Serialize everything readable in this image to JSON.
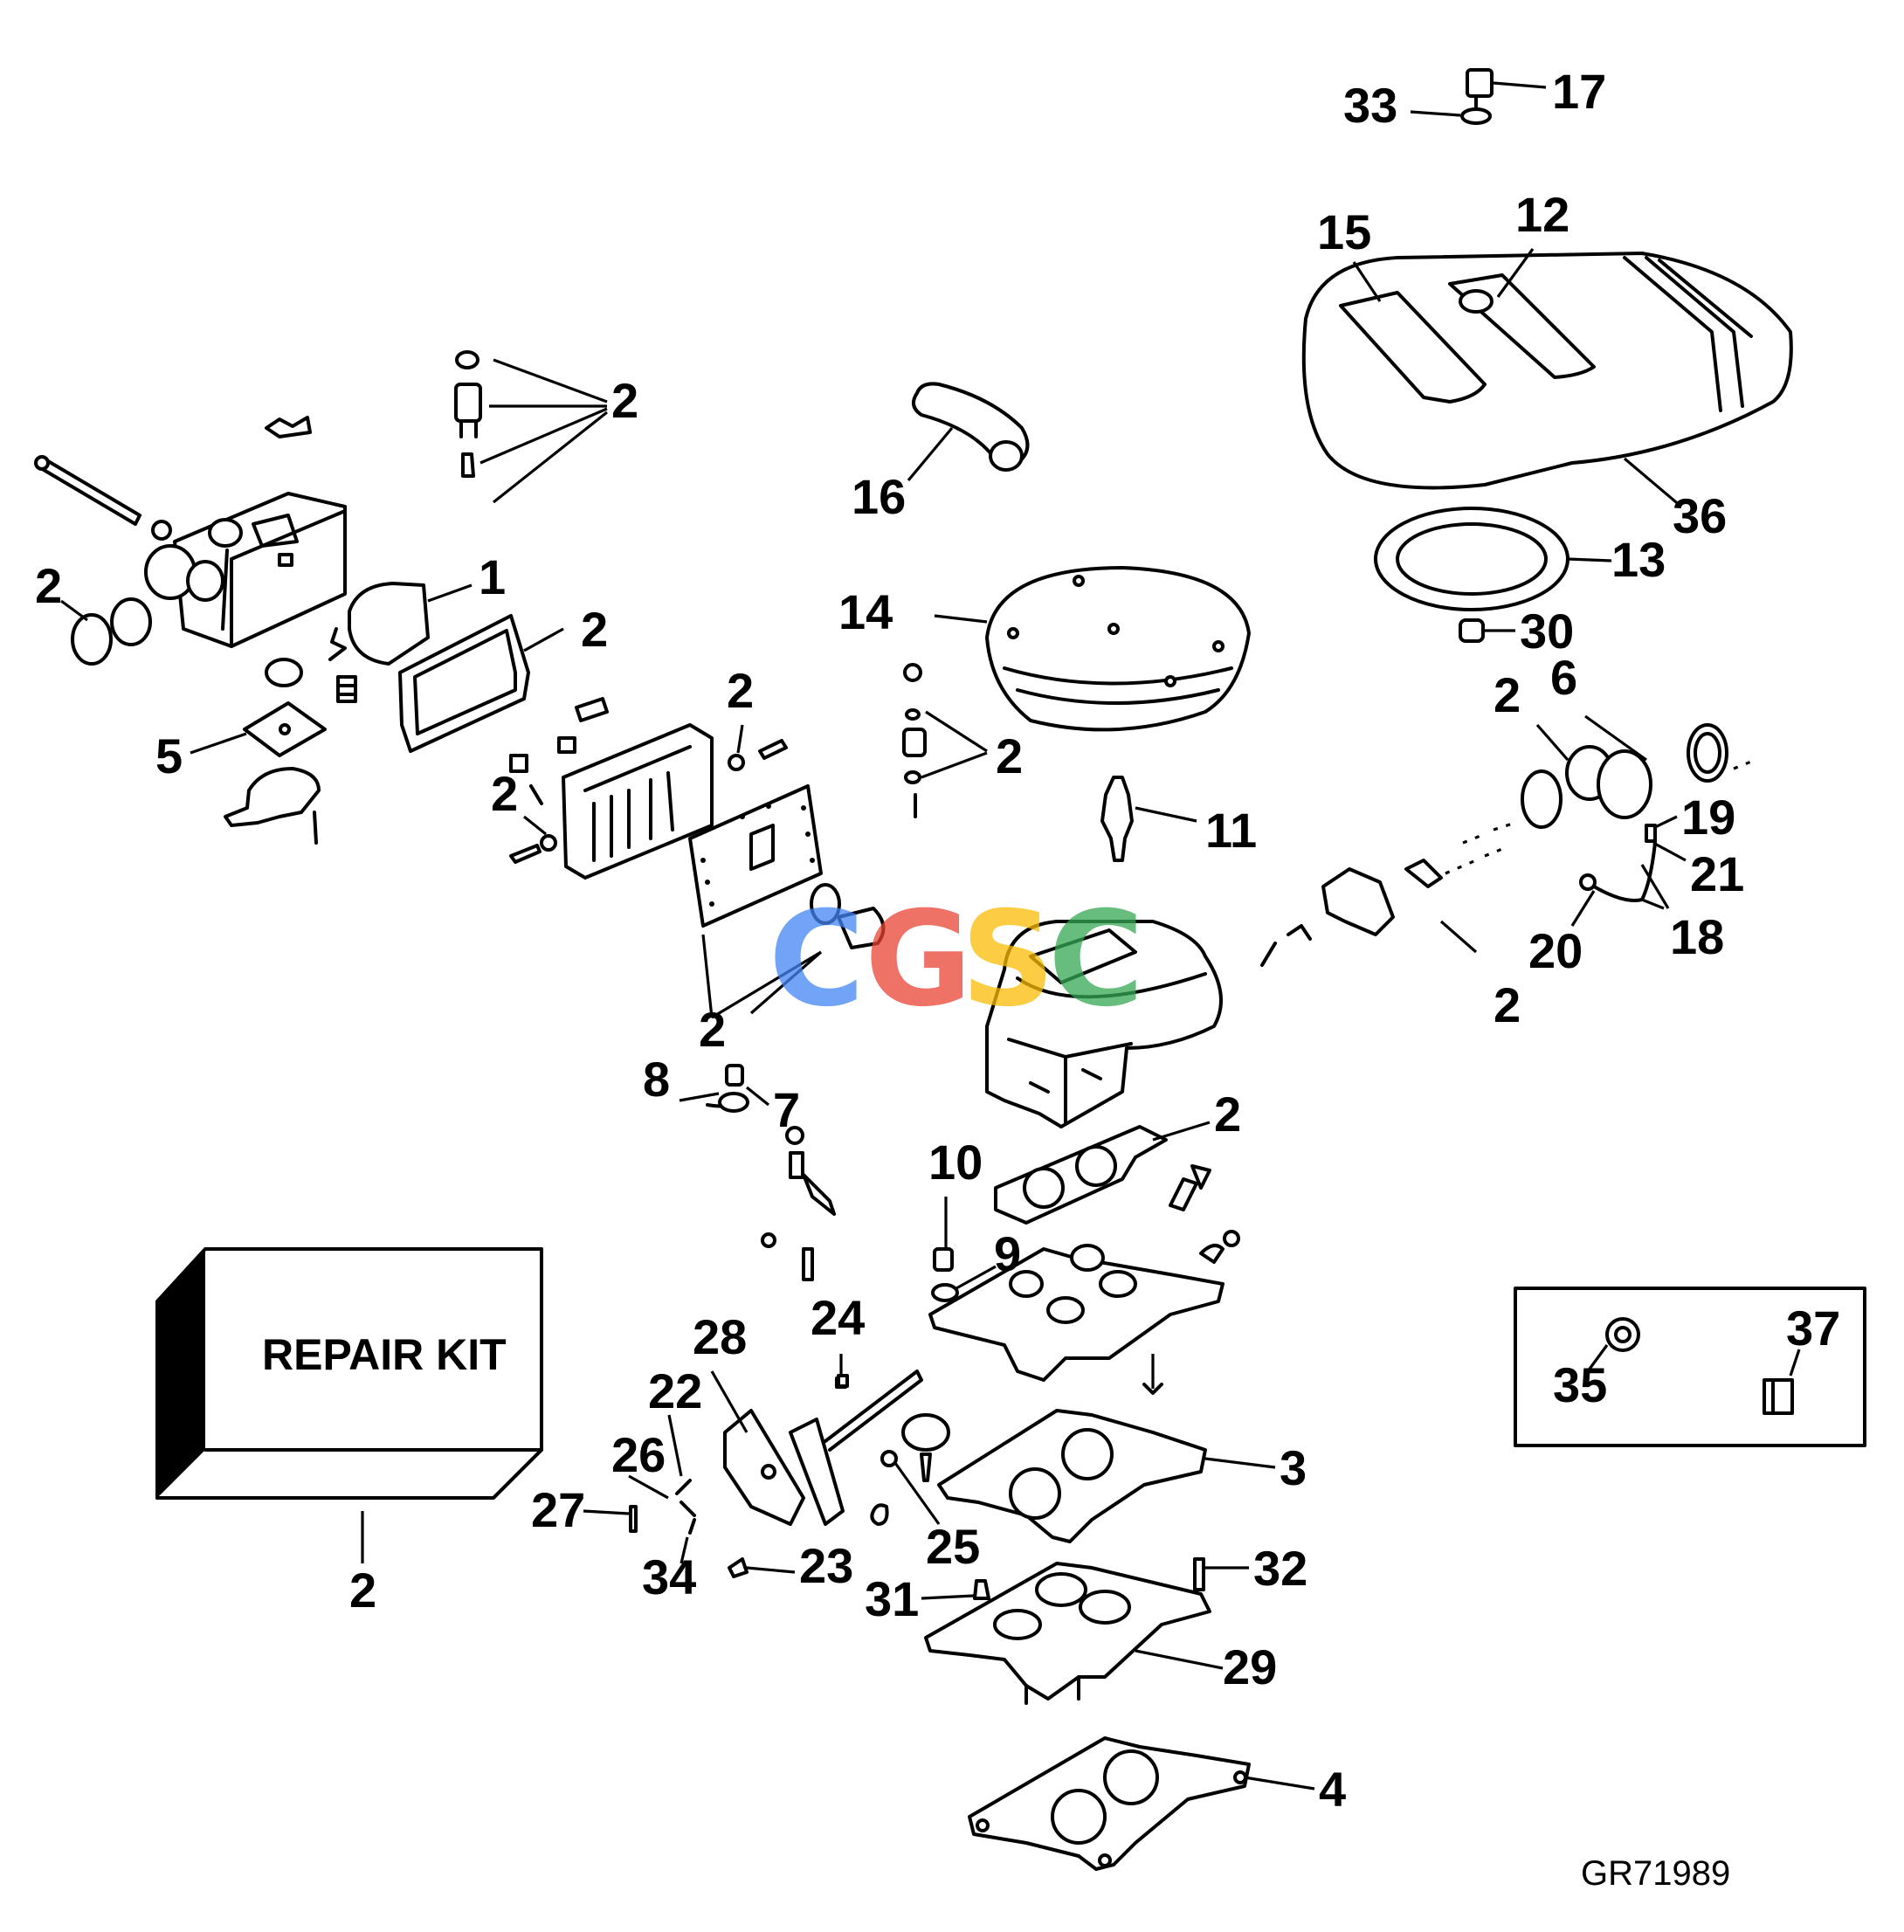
{
  "diagram": {
    "figure_code": "GR71989",
    "repair_kit_label": "REPAIR KIT",
    "watermark": {
      "letters": [
        "C",
        "G",
        "S",
        "C"
      ],
      "colors": [
        "#4285F4",
        "#EA4335",
        "#FBBC05",
        "#34A853"
      ]
    },
    "callouts": {
      "n17": "17",
      "n33": "33",
      "n15": "15",
      "n12": "12",
      "n2_t": "2",
      "n16": "16",
      "n36": "36",
      "n1": "1",
      "n2_a": "2",
      "n2_b": "2",
      "n13": "13",
      "n14": "14",
      "n30": "30",
      "n2_c": "2",
      "n6": "6",
      "n2_d": "2",
      "n5": "5",
      "n2_e": "2",
      "n2_f": "2",
      "n11": "11",
      "n19": "19",
      "n21": "21",
      "n20": "20",
      "n18": "18",
      "n2_g": "2",
      "n2_h": "2",
      "n8": "8",
      "n7": "7",
      "n2_i": "2",
      "n10": "10",
      "n9": "9",
      "n24": "24",
      "n28": "28",
      "n22": "22",
      "n35": "35",
      "n37": "37",
      "n26": "26",
      "n3": "3",
      "n27": "27",
      "n25": "25",
      "n2_kit": "2",
      "n34": "34",
      "n23": "23",
      "n31": "31",
      "n32": "32",
      "n29": "29",
      "n4": "4"
    }
  }
}
